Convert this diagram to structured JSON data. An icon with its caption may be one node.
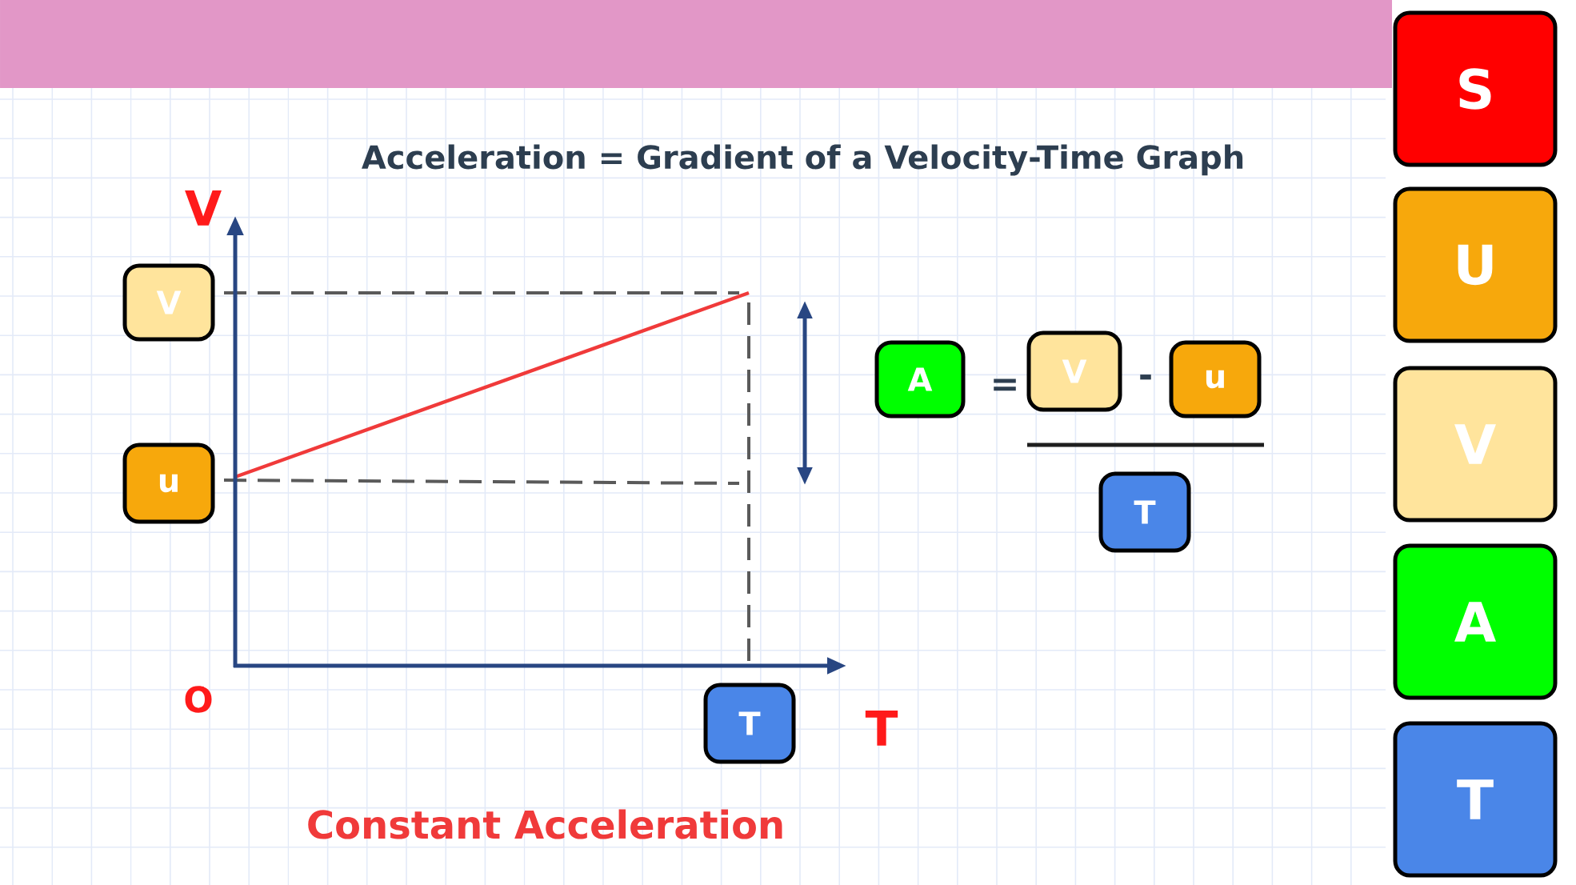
{
  "diagram": {
    "title": "Acceleration = Gradient of a Velocity-Time Graph",
    "caption": "Constant Acceleration",
    "nodes": [
      {
        "text": [
          "V"
        ]
      },
      {
        "text": [
          "u"
        ]
      },
      {
        "text": [
          "T"
        ]
      },
      {
        "text": [
          "A"
        ]
      },
      {
        "text": [
          "V"
        ]
      },
      {
        "text": [
          "u"
        ]
      },
      {
        "text": [
          "T"
        ]
      },
      {
        "text": [
          "S"
        ]
      },
      {
        "text": [
          "U"
        ]
      },
      {
        "text": [
          "V"
        ]
      },
      {
        "text": [
          "A"
        ]
      },
      {
        "text": [
          "T"
        ]
      }
    ],
    "labels": [
      "V",
      "O",
      "T",
      "=",
      "-"
    ]
  }
}
